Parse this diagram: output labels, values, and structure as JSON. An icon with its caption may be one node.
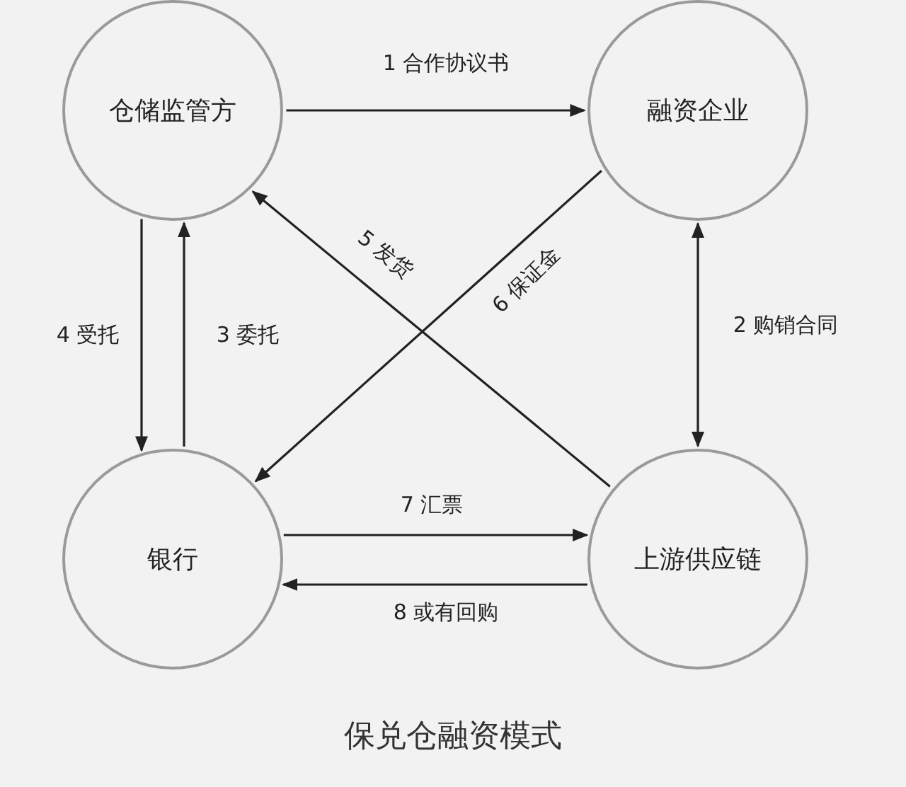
{
  "diagram": {
    "caption": "保兑仓融资模式",
    "nodes": [
      {
        "text": [
          "仓储监管方"
        ]
      },
      {
        "text": [
          "融资企业"
        ]
      },
      {
        "text": [
          "银行"
        ]
      },
      {
        "text": [
          "上游供应链"
        ]
      }
    ],
    "edges": [
      {
        "from": 0,
        "to": 1,
        "arrow": "to",
        "label": "1 合作协议书"
      },
      {
        "from": 1,
        "to": 3,
        "arrow": "both",
        "label": "2 购销合同"
      },
      {
        "from": 2,
        "to": 0,
        "arrow": "to",
        "label": "3 委托"
      },
      {
        "from": 0,
        "to": 2,
        "arrow": "to",
        "label": "4 受托"
      },
      {
        "from": 3,
        "to": 0,
        "arrow": "to",
        "label": "5 发货"
      },
      {
        "from": 1,
        "to": 2,
        "arrow": "to",
        "label": "6 保证金"
      },
      {
        "from": 2,
        "to": 3,
        "arrow": "to",
        "label": "7 汇票"
      },
      {
        "from": 3,
        "to": 2,
        "arrow": "to",
        "label": "8 或有回购"
      }
    ]
  }
}
